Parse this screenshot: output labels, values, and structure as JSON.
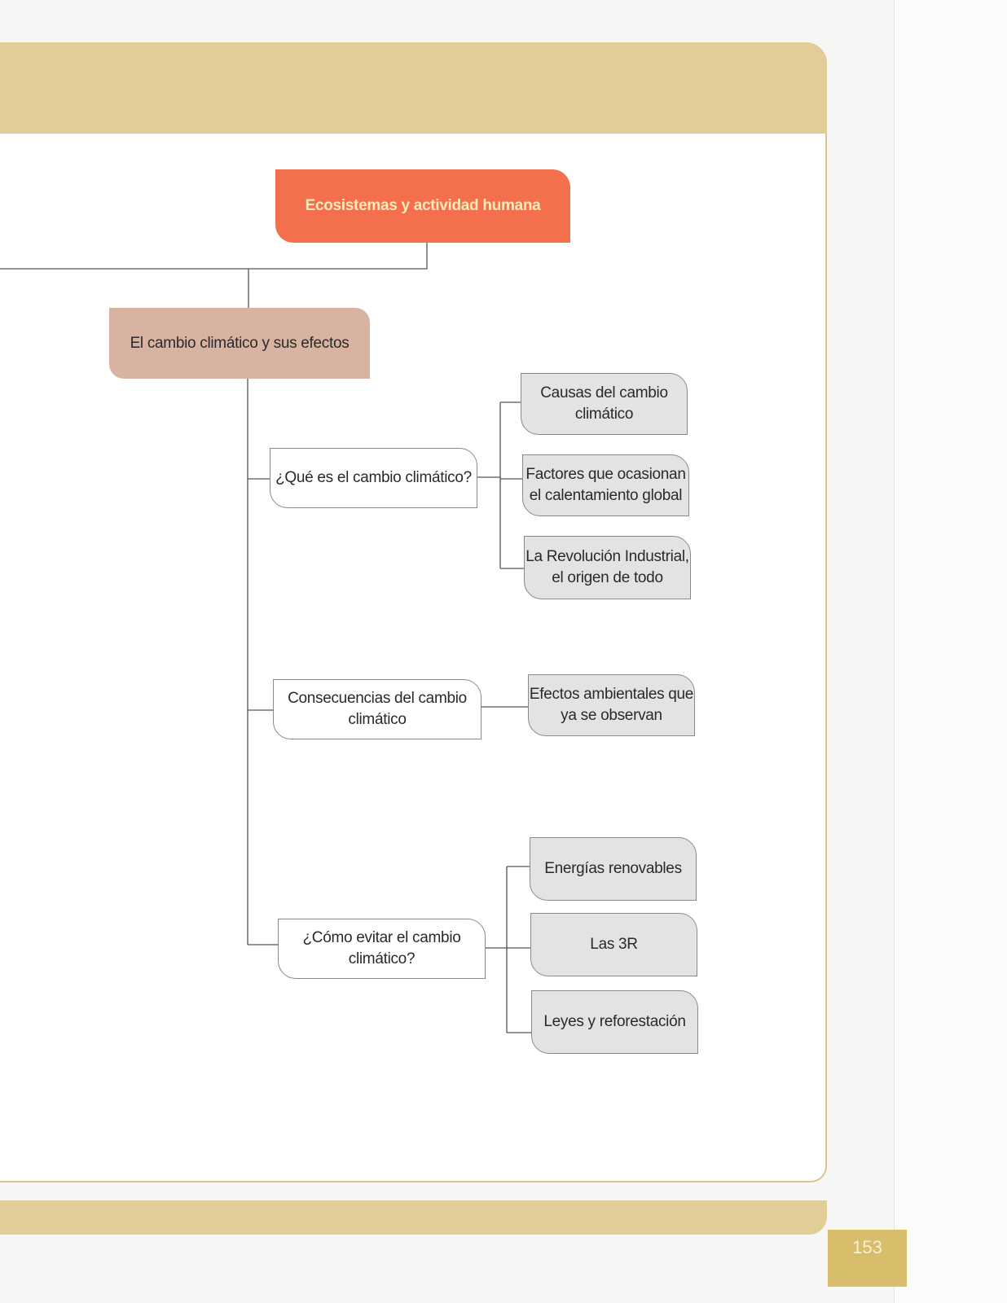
{
  "header": {
    "band_color": "#e0cd97"
  },
  "page": {
    "number": "153",
    "accent_color": "#d8bd6b"
  },
  "diagram": {
    "root": {
      "label": "Ecosistemas y actividad humana",
      "color": "#f4704c"
    },
    "main": {
      "label": "El cambio climático y sus efectos",
      "color": "#d9b3a2"
    },
    "questions": [
      {
        "label": "¿Qué es el cambio climático?",
        "children": [
          "Causas del cambio climático",
          "Factores que ocasionan el calentamiento global",
          "La Revolución Industrial, el origen de todo"
        ]
      },
      {
        "label": "Consecuencias del cambio climático",
        "children": [
          "Efectos ambientales que ya se observan"
        ]
      },
      {
        "label": "¿Cómo evitar el cambio climático?",
        "children": [
          "Energías renovables",
          "Las 3R",
          "Leyes y reforestación"
        ]
      }
    ]
  }
}
